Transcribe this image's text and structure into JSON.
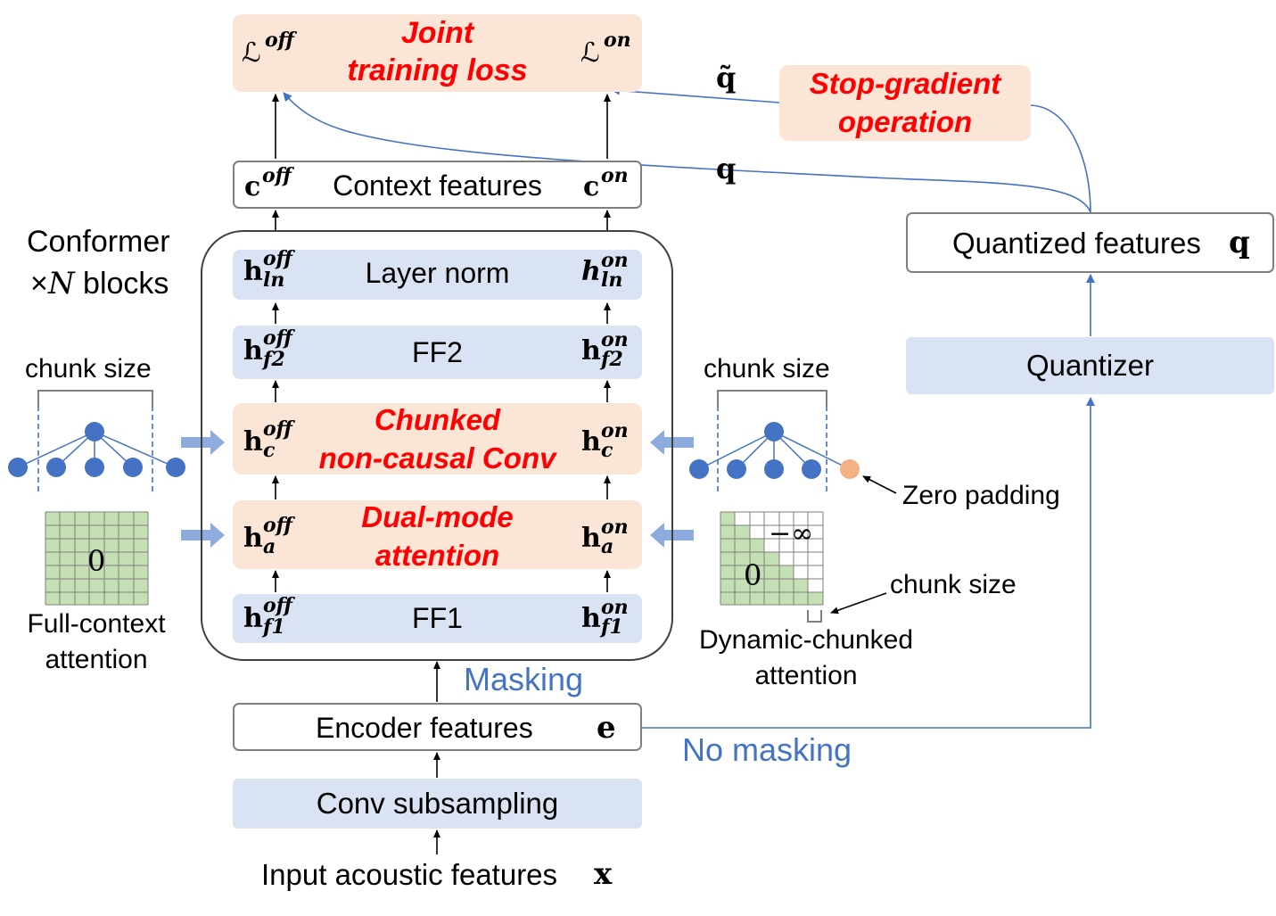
{
  "loss_box": {
    "title_line1": "Joint",
    "title_line2": "training loss",
    "loss_off_sym": "ℒ",
    "loss_off_sup": "off",
    "loss_on_sym": "ℒ",
    "loss_on_sup": "on"
  },
  "stop_gradient": {
    "line1": "Stop-gradient",
    "line2": "operation",
    "q_tilde": "q̃",
    "q": "q"
  },
  "context_box": {
    "label": "Context features",
    "c_off_base": "c",
    "c_off_sup": "off",
    "c_on_base": "c",
    "c_on_sup": "on"
  },
  "quantized_box": {
    "label": "Quantized features",
    "sym": "q"
  },
  "quantizer_box": {
    "label": "Quantizer"
  },
  "conformer": {
    "line1": "Conformer",
    "line2_times": "×",
    "line2_n": "N",
    "line2_rest": " blocks"
  },
  "layers": {
    "layer_norm": {
      "label": "Layer norm",
      "off_base": "h",
      "off_sup": "off",
      "off_sub": "ln",
      "on_base": "h",
      "on_sup": "on",
      "on_sub": "ln"
    },
    "ff2": {
      "label": "FF2",
      "off_base": "h",
      "off_sup": "off",
      "off_sub": "f2",
      "on_base": "h",
      "on_sup": "on",
      "on_sub": "f2"
    },
    "conv": {
      "line1": "Chunked",
      "line2": "non-causal Conv",
      "off_base": "h",
      "off_sup": "off",
      "off_sub": "c",
      "on_base": "h",
      "on_sup": "on",
      "on_sub": "c"
    },
    "attention": {
      "line1": "Dual-mode",
      "line2": "attention",
      "off_base": "h",
      "off_sup": "off",
      "off_sub": "a",
      "on_base": "h",
      "on_sup": "on",
      "on_sub": "a"
    },
    "ff1": {
      "label": "FF1",
      "off_base": "h",
      "off_sup": "off",
      "off_sub": "f1",
      "on_base": "h",
      "on_sup": "on",
      "on_sub": "f1"
    }
  },
  "left_side": {
    "chunk_size": "chunk size",
    "grid_value": "0",
    "caption_line1": "Full-context",
    "caption_line2": "attention"
  },
  "right_side": {
    "chunk_size_top": "chunk size",
    "zero_padding": "Zero padding",
    "grid_zero": "0",
    "grid_neg_inf": "−∞",
    "chunk_size_bottom": "chunk size",
    "caption_line1": "Dynamic-chunked",
    "caption_line2": "attention"
  },
  "masking": "Masking",
  "no_masking": "No masking",
  "encoder_box": {
    "label": "Encoder features",
    "sym": "e"
  },
  "conv_sub_box": {
    "label": "Conv subsampling"
  },
  "input": {
    "label": "Input acoustic features",
    "sym": "x"
  },
  "colors": {
    "box_blue": "#dae3f3",
    "box_peach": "#fbe5d6",
    "highlight_red": "#ff0000",
    "accent_blue": "#4472c4",
    "node_blue": "#4472c4",
    "node_orange": "#f4b183",
    "grid_green": "#c5e0b4"
  }
}
